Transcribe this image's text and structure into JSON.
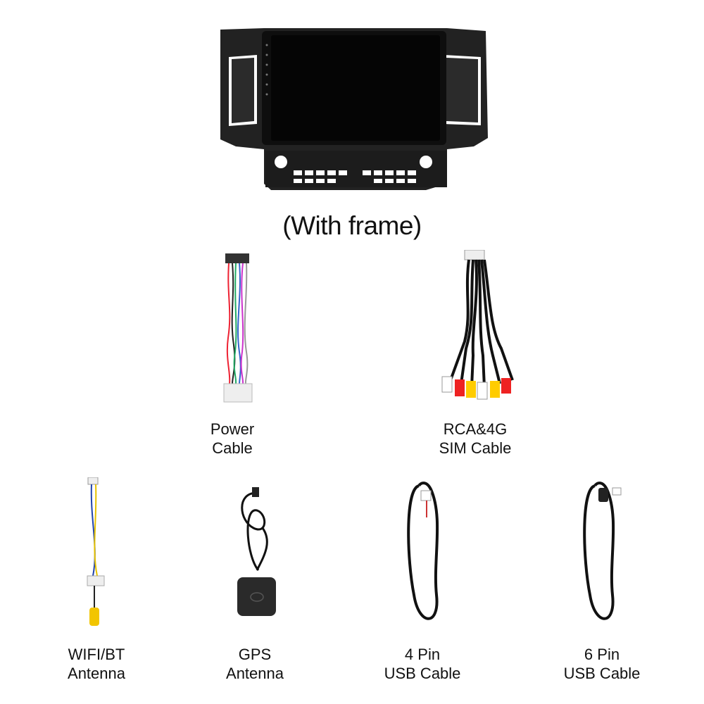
{
  "headline": "(With frame)",
  "items": [
    {
      "icon": "power-cable-icon",
      "line1": "Power",
      "line2": "Cable"
    },
    {
      "icon": "rca-sim-cable-icon",
      "line1": "RCA&4G",
      "line2": "SIM Cable"
    },
    {
      "icon": "wifi-bt-antenna-icon",
      "line1": "WIFI/BT",
      "line2": "Antenna"
    },
    {
      "icon": "gps-antenna-icon",
      "line1": "GPS",
      "line2": "Antenna"
    },
    {
      "icon": "usb-4pin-cable-icon",
      "line1": "4 Pin",
      "line2": "USB Cable"
    },
    {
      "icon": "usb-6pin-cable-icon",
      "line1": "6 Pin",
      "line2": "USB Cable"
    }
  ]
}
